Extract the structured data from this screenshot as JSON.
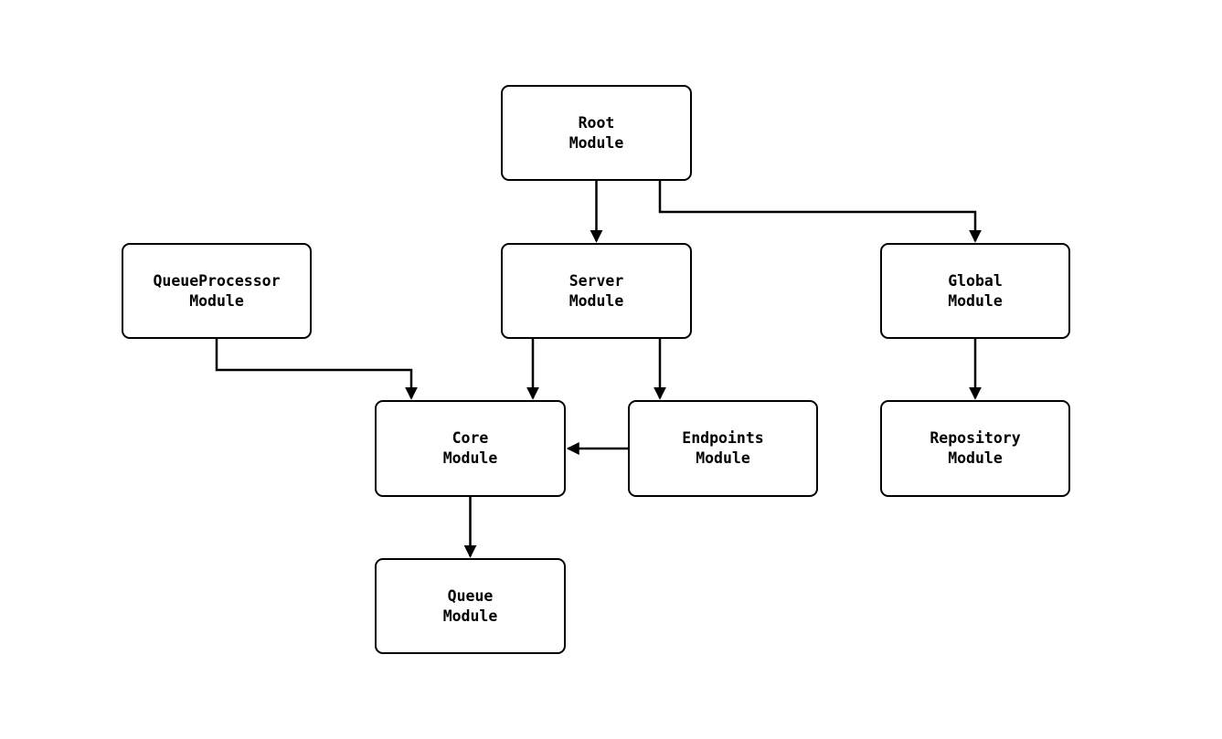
{
  "diagram": {
    "type": "flowchart",
    "direction": "top-down",
    "colors": {
      "background": "#ffffff",
      "node_border": "#000000",
      "node_fill": "#ffffff",
      "edge": "#000000",
      "text": "#000000"
    },
    "nodes": {
      "root": {
        "label": "Root\nModule"
      },
      "queueprocessor": {
        "label": "QueueProcessor\nModule"
      },
      "server": {
        "label": "Server\nModule"
      },
      "global": {
        "label": "Global\nModule"
      },
      "core": {
        "label": "Core\nModule"
      },
      "endpoints": {
        "label": "Endpoints\nModule"
      },
      "repository": {
        "label": "Repository\nModule"
      },
      "queue": {
        "label": "Queue\nModule"
      }
    },
    "edges": [
      {
        "from": "Root Module",
        "to": "Server Module"
      },
      {
        "from": "Root Module",
        "to": "Global Module"
      },
      {
        "from": "QueueProcessor Module",
        "to": "Core Module"
      },
      {
        "from": "Server Module",
        "to": "Core Module"
      },
      {
        "from": "Server Module",
        "to": "Endpoints Module"
      },
      {
        "from": "Endpoints Module",
        "to": "Core Module"
      },
      {
        "from": "Global Module",
        "to": "Repository Module"
      },
      {
        "from": "Core Module",
        "to": "Queue Module"
      }
    ]
  }
}
